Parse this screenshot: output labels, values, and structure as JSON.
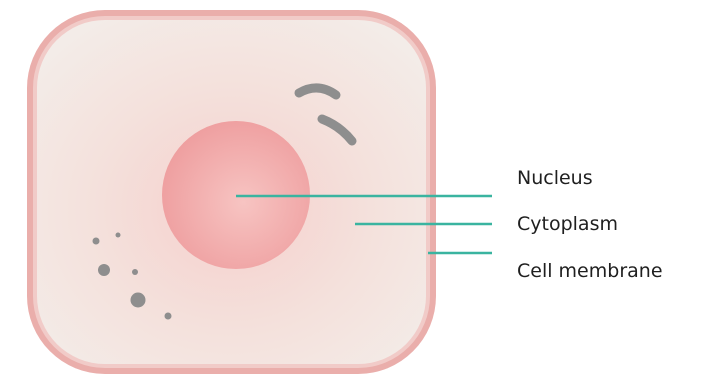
{
  "labels": {
    "nucleus": "Nucleus",
    "cytoplasm": "Cytoplasm",
    "cell_membrane": "Cell membrane"
  },
  "colors": {
    "membrane": "#e8a9a6",
    "cytoplasm": "#f3ebe6",
    "nucleus": "#ef9fa0",
    "organelle": "#8e8e8e",
    "leader_line": "#3ab4a0",
    "label_text": "#1f1f1f"
  }
}
